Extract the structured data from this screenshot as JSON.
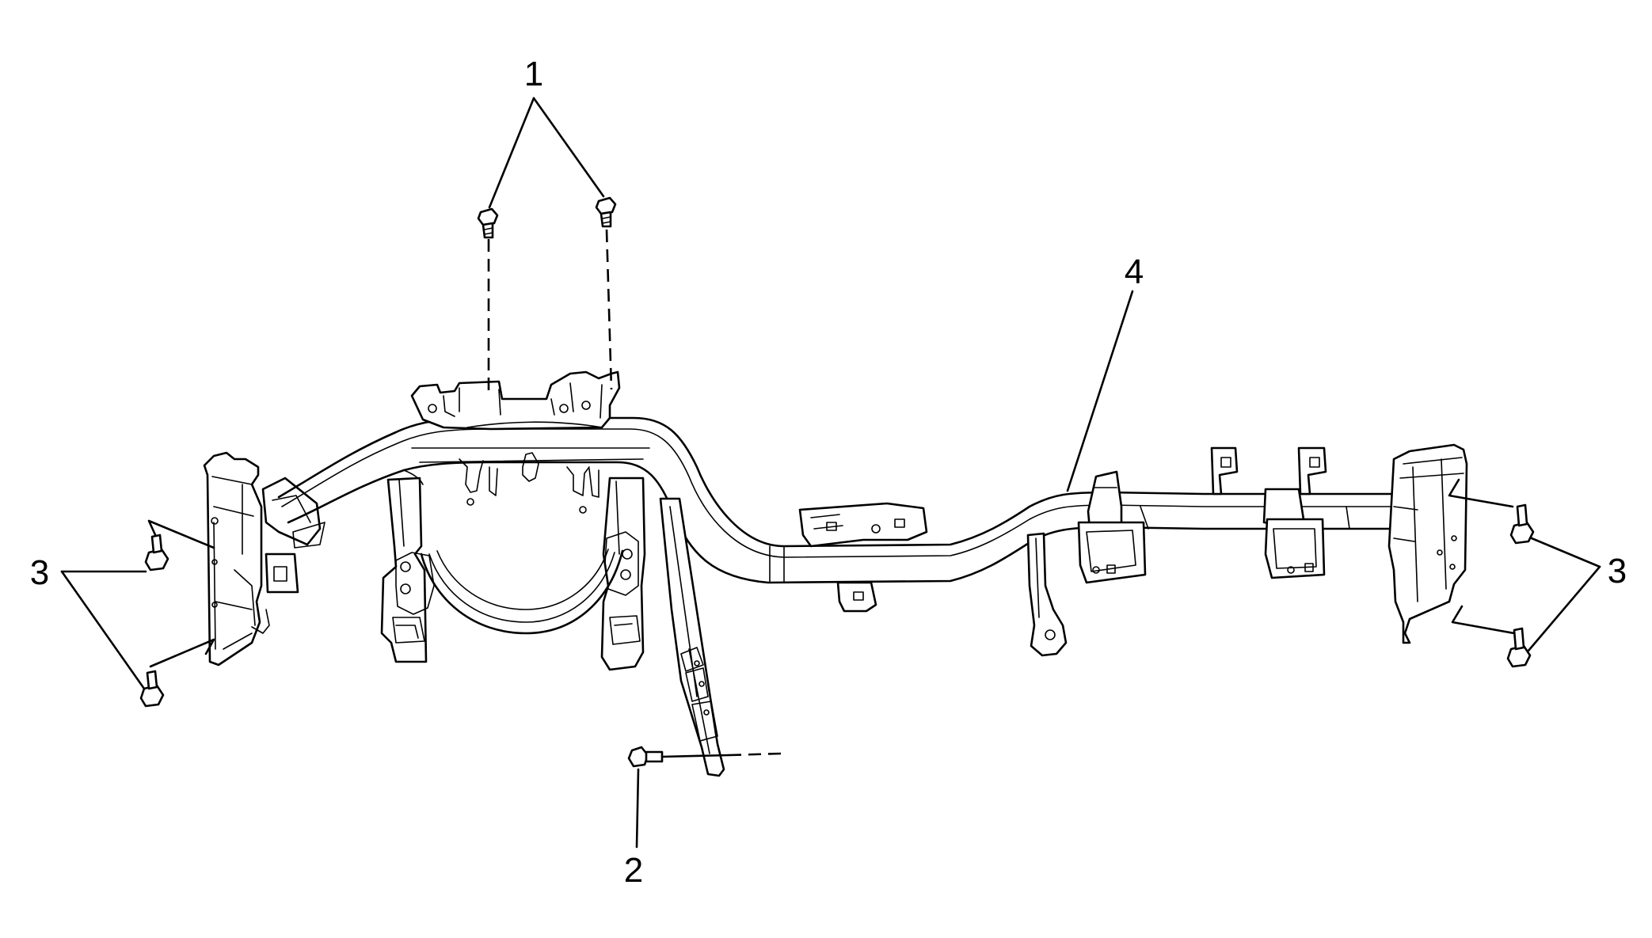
{
  "diagram": {
    "callouts": [
      {
        "id": "1",
        "label": "1"
      },
      {
        "id": "2",
        "label": "2"
      },
      {
        "id": "3-left",
        "label": "3"
      },
      {
        "id": "3-right",
        "label": "3"
      },
      {
        "id": "4",
        "label": "4"
      }
    ]
  },
  "colors": {
    "line": "#000000",
    "background": "#ffffff"
  }
}
